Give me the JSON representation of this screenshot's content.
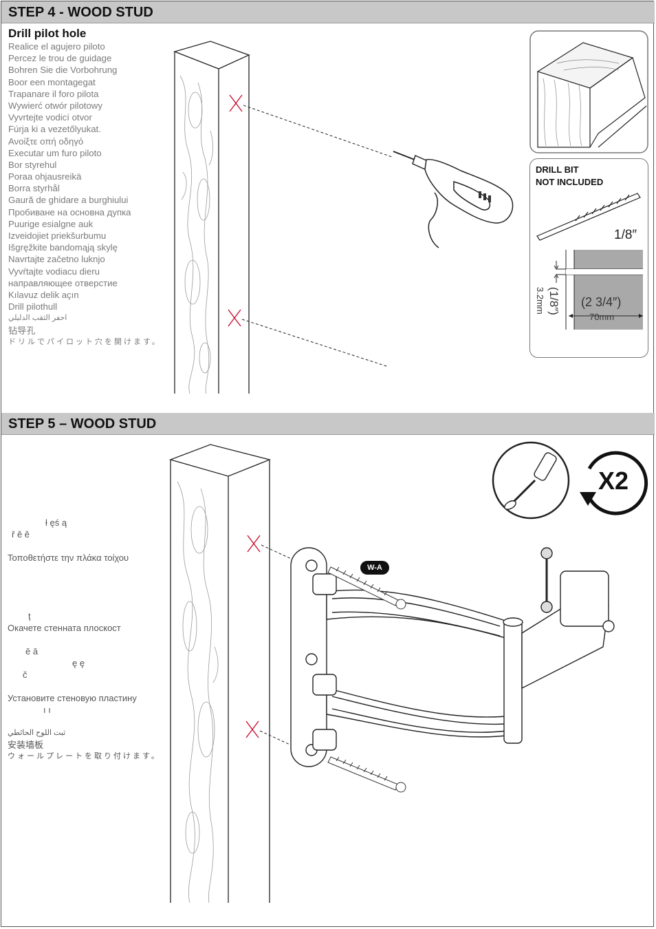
{
  "step4": {
    "header": "STEP 4 - WOOD STUD",
    "subtitle": "Drill pilot hole",
    "translations": [
      "Realice el agujero piloto",
      "Percez le trou de guidage",
      "Bohren Sie die Vorbohrung",
      "Boor een montagegat",
      "Trapanare il foro pilota",
      "Wywierć otwór pilotowy",
      "Vyvrtejte vodicí otvor",
      "Fúrja ki a vezetőlyukat.",
      "Ανοίξτε οπή οδηγό",
      "Executar um furo piloto",
      "Bor styrehul",
      "Poraa ohjausreikä",
      "Borra styrhål",
      "Gaură de ghidare a burghiului",
      "Пробиване на основна дупка",
      "Puurige esialgne auk",
      "Izveidojiet priekšurbumu",
      "Išgręžkite bandomąją skylę",
      "Navrtajte začetno luknjo",
      "Vyvŕtajte vodiacu dieru",
      "направляющее отверстие",
      "Kılavuz delik açın",
      "Drill pilothull",
      "احفر الثقب الدليلي",
      "钻导孔",
      "ドリルでパイロット穴を開けます。"
    ],
    "callout": {
      "line1": "DRILL BIT",
      "line2": "NOT INCLUDED",
      "bit_size": "1/8″",
      "depth_in": "(2 3/4″)",
      "depth_mm": "70mm",
      "dia_in": "(1/8″)",
      "dia_mm": "3.2mm"
    }
  },
  "step5": {
    "header": "STEP 5 – WOOD STUD",
    "translations": [
      "ł ęś ą",
      "ř ě ě",
      "",
      "Τοποθετήστε την πλάκα τοίχου",
      "",
      "",
      "",
      "",
      "ț",
      "Окачете стенната плоскост",
      "",
      "ē ā",
      "ę ę",
      "č",
      "",
      "Установите стеновую пластину",
      "ı ı",
      "",
      "ثبت اللوح الحائطي",
      "安装墙板",
      "ウォールプレートを取り付けます。"
    ],
    "badge": "W-A",
    "repeat": "X2"
  },
  "colors": {
    "header_bg": "#c8c8c8",
    "mark_red": "#c8102e",
    "depth_gray": "#a9a9a9"
  }
}
